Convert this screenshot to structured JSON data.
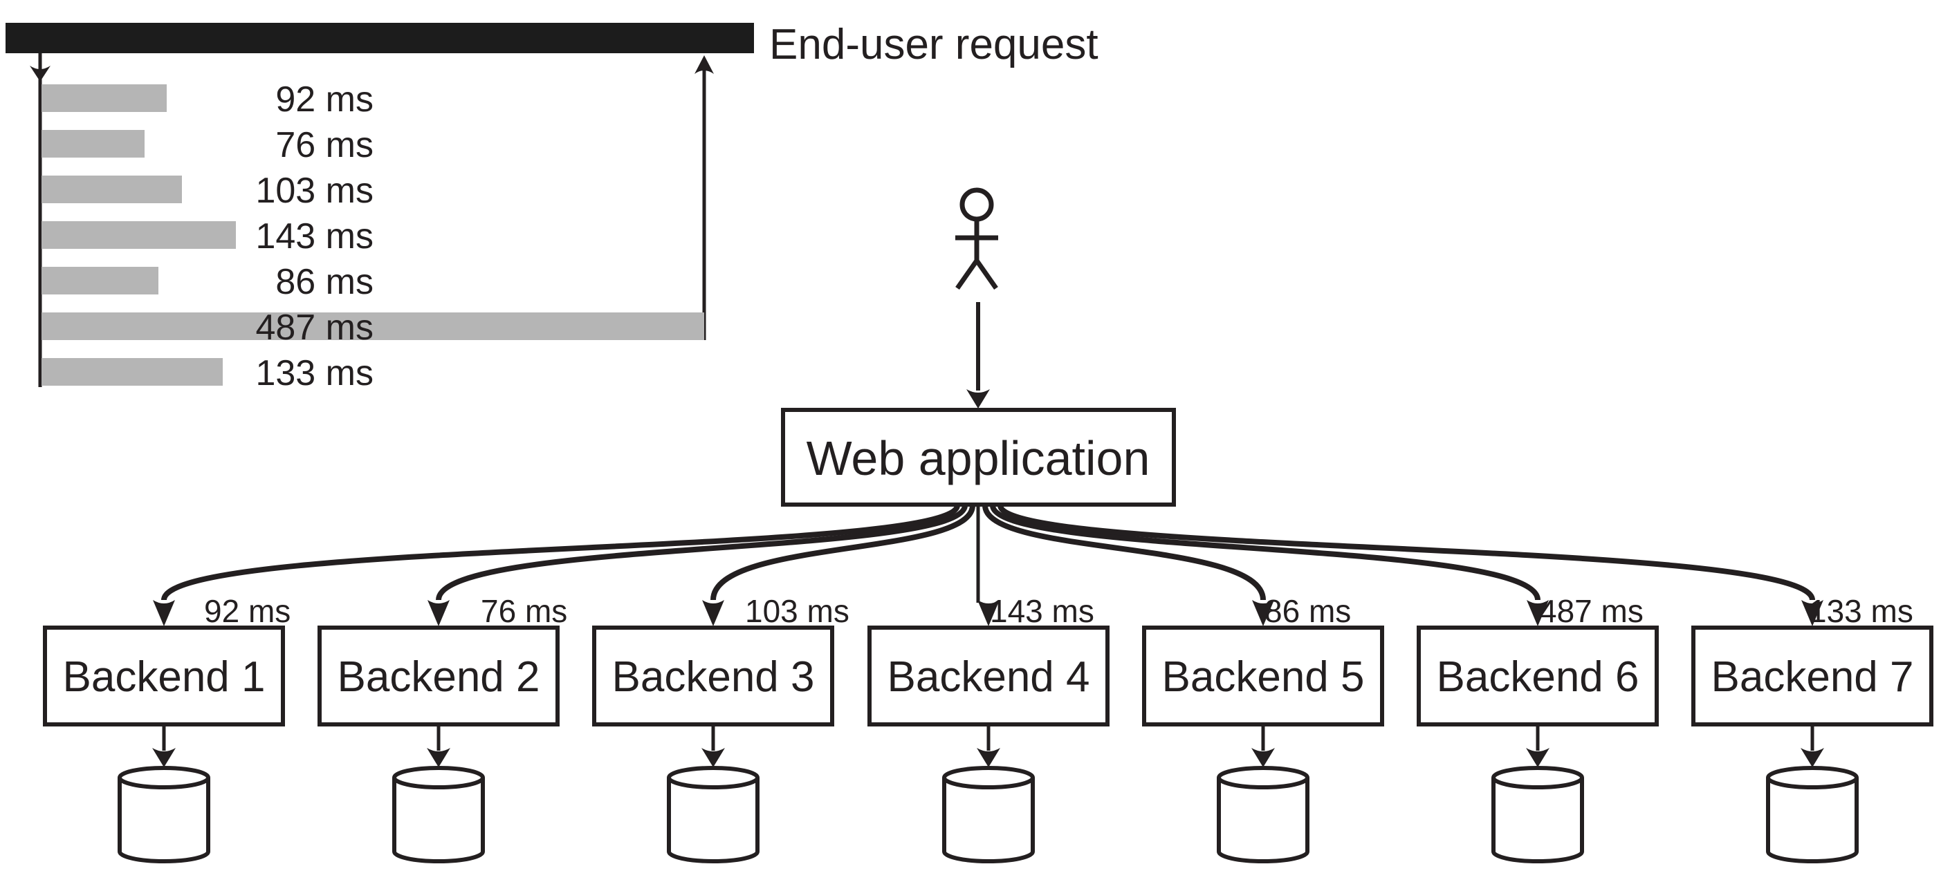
{
  "figure": {
    "background": "#ffffff",
    "ink": "#231f20",
    "bar_fill": "#b5b5b5",
    "timeline_fill": "#1c1c1c"
  },
  "timeline": {
    "label": "End-user request"
  },
  "chart_data": {
    "type": "bar",
    "orientation": "horizontal",
    "title": "",
    "xlabel": "",
    "ylabel": "",
    "unit": "ms",
    "categories": [
      "Backend 1",
      "Backend 2",
      "Backend 3",
      "Backend 4",
      "Backend 5",
      "Backend 6",
      "Backend 7"
    ],
    "values": [
      92,
      76,
      103,
      143,
      86,
      487,
      133
    ],
    "labels": [
      "92 ms",
      "76 ms",
      "103 ms",
      "143 ms",
      "86 ms",
      "487 ms",
      "133 ms"
    ],
    "xlim": [
      0,
      487
    ],
    "grid": false,
    "legend": false
  },
  "actor": {
    "icon": "stick-figure-user-icon"
  },
  "web_app": {
    "label": "Web application"
  },
  "backends": [
    {
      "label": "Backend 1",
      "latency_ms": 92,
      "latency_label": "92 ms"
    },
    {
      "label": "Backend 2",
      "latency_ms": 76,
      "latency_label": "76 ms"
    },
    {
      "label": "Backend 3",
      "latency_ms": 103,
      "latency_label": "103 ms"
    },
    {
      "label": "Backend 4",
      "latency_ms": 143,
      "latency_label": "143 ms"
    },
    {
      "label": "Backend 5",
      "latency_ms": 86,
      "latency_label": "86 ms"
    },
    {
      "label": "Backend 6",
      "latency_ms": 487,
      "latency_label": "487 ms"
    },
    {
      "label": "Backend 7",
      "latency_ms": 133,
      "latency_label": "133 ms"
    }
  ]
}
